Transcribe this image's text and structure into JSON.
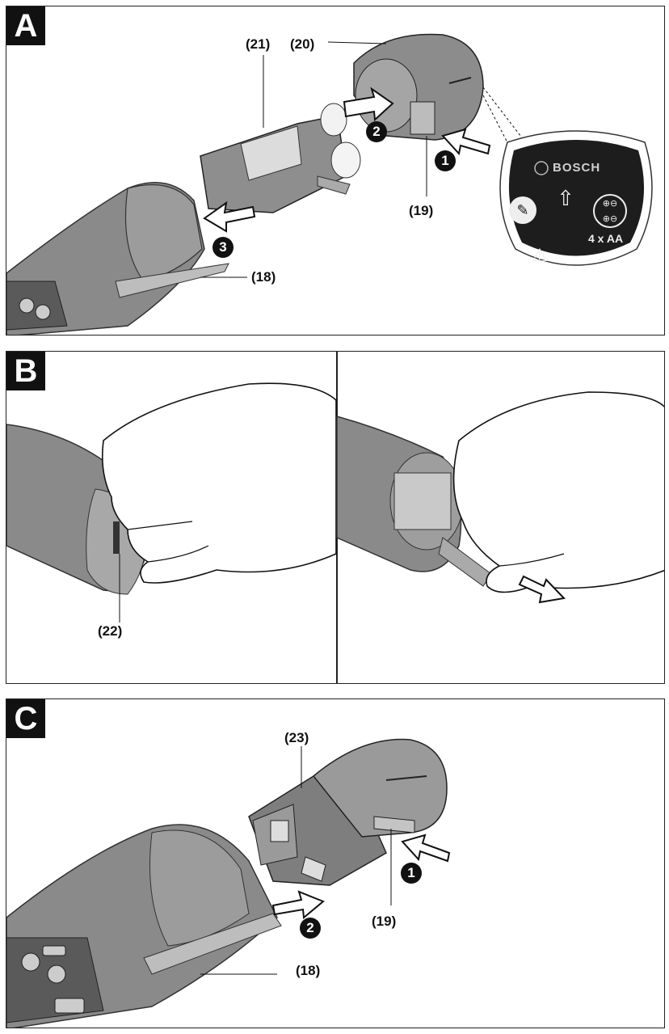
{
  "panels": {
    "a": {
      "letter": "A",
      "callouts": {
        "c21": "(21)",
        "c20": "(20)",
        "c19": "(19)",
        "c18": "(18)"
      },
      "steps": {
        "s1": "1",
        "s2": "2",
        "s3": "3"
      },
      "badge": {
        "brand": "BOSCH",
        "battery": "4 x AA"
      }
    },
    "b": {
      "letter": "B",
      "callouts": {
        "c22": "(22)"
      }
    },
    "c": {
      "letter": "C",
      "callouts": {
        "c23": "(23)",
        "c19": "(19)",
        "c18": "(18)"
      },
      "steps": {
        "s1": "1",
        "s2": "2"
      }
    }
  },
  "colors": {
    "tool_grey": "#7a7a7a",
    "light_grey": "#c8c8c8",
    "dark": "#111111"
  },
  "icons": [
    "manual-icon",
    "arrow-up-icon",
    "battery-polarity-icon",
    "warning-icon",
    "push-arrow-icon"
  ]
}
